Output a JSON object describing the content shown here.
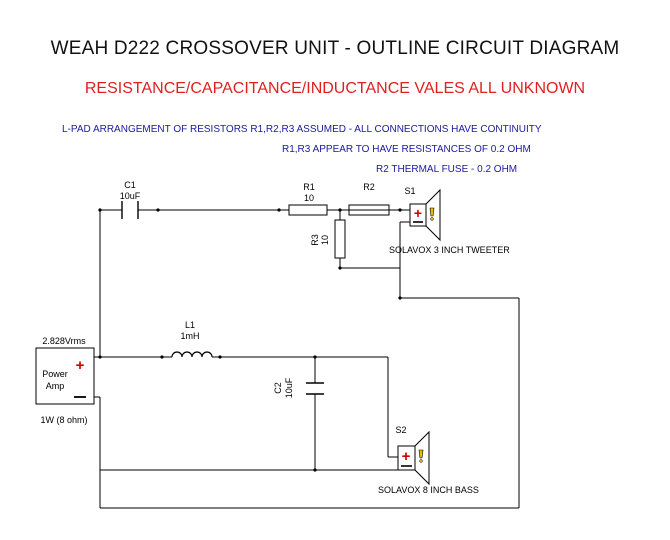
{
  "title": "WEAH D222 CROSSOVER UNIT - OUTLINE CIRCUIT DIAGRAM",
  "subtitle": "RESISTANCE/CAPACITANCE/INDUCTANCE VALES ALL UNKNOWN",
  "notes": [
    "L-PAD ARRANGEMENT OF RESISTORS R1,R2,R3 ASSUMED - ALL CONNECTIONS HAVE CONTINUITY",
    "R1,R3 APPEAR TO HAVE RESISTANCES OF 0.2 OHM",
    "R2 THERMAL FUSE - 0.2 OHM"
  ],
  "components": {
    "c1": {
      "name": "C1",
      "value": "10uF"
    },
    "r1": {
      "name": "R1",
      "value": "10"
    },
    "r2": {
      "name": "R2"
    },
    "r3": {
      "name": "R3",
      "value": "10"
    },
    "s1": {
      "name": "S1",
      "label": "SOLAVOX 3 INCH TWEETER"
    },
    "l1": {
      "name": "L1",
      "value": "1mH"
    },
    "c2": {
      "name": "C2",
      "value": "10uF"
    },
    "s2": {
      "name": "S2",
      "label": "SOLAVOX 8 INCH BASS"
    },
    "amp": {
      "voltage": "2.828Vrms",
      "line1": "Power",
      "line2": "Amp",
      "rating": "1W (8 ohm)"
    }
  },
  "colors": {
    "title": "#111111",
    "subtitle": "#e02020",
    "notes": "#1a1aa0",
    "wire": "#000000",
    "plus": "#cc0000",
    "minus": "#000000",
    "speaker_icon": "#e8c000"
  }
}
